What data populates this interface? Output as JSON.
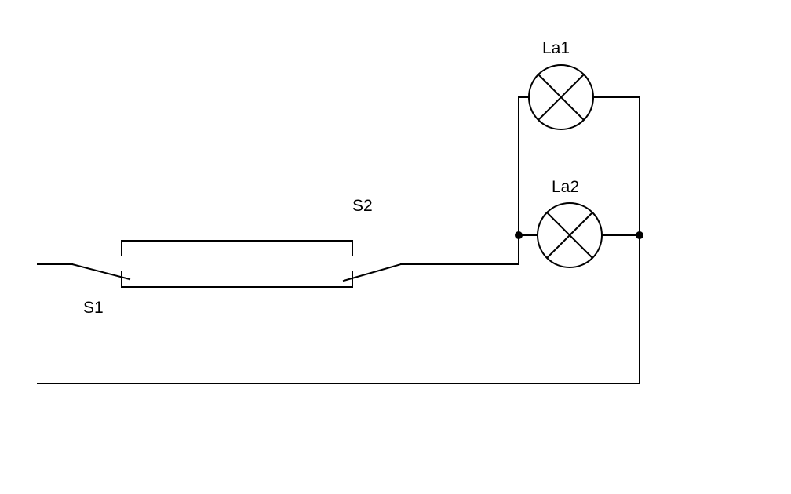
{
  "diagram": {
    "labels": {
      "switch1": "S1",
      "switch2": "S2",
      "lamp1": "La1",
      "lamp2": "La2"
    },
    "colors": {
      "stroke": "#000000",
      "background": "#ffffff"
    }
  }
}
